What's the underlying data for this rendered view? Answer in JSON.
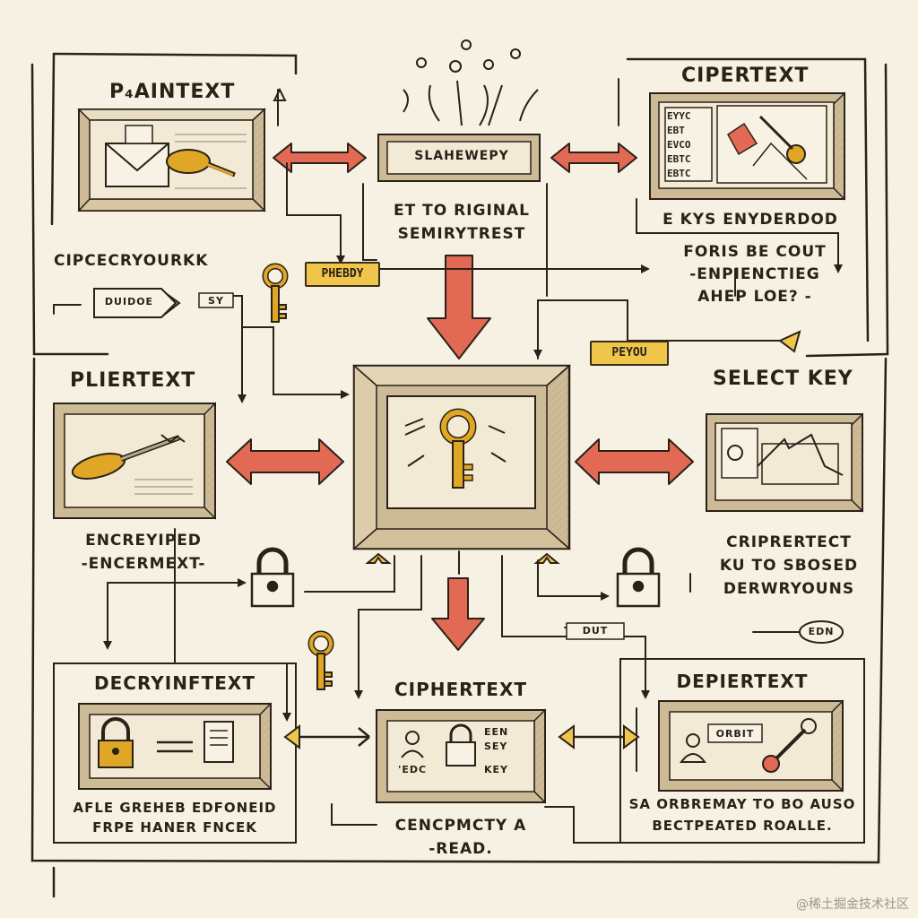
{
  "labels": {
    "plaintext_top": "P₄AINTEXT",
    "ciphertext_top": "CIPERTEXT",
    "center_top_bar": "SLAHEWEPY",
    "center_top_caption_1": "ET TO RIGINAL",
    "center_top_caption_2": "SEMIRYTREST",
    "ciphertext_top_caption": "E KYS ENYDERDOD",
    "right_note_1": "FORIS BE COUT",
    "right_note_2": "-ENPIENCTIEG",
    "right_note_3": "AHEP LOE? -",
    "left_note": "CIPCECRYOURKK",
    "left_tag": "DUIDOE",
    "left_small_box": "SY",
    "yellow_tag_left": "PHEBDY",
    "yellow_tag_right": "PEYOU",
    "pliertext": "PLIERTEXT",
    "select_key": "SELECT KEY",
    "encrypted_1": "ENCREYIPED",
    "encrypted_2": "-ENCERMEXT-",
    "ciprertect_1": "CRIPRERTECT",
    "ciprertect_2": "KU TO SBOSED",
    "ciprertect_3": "DERWRYOUNS",
    "decryinftext": "DECRYINFTEXT",
    "decry_caption_1": "AFLE GREHEB EDFONEID",
    "decry_caption_2": "FRPE HANER FNCEK",
    "ciphertext_bottom": "CIPHERTEXT",
    "cipher_caption_1": "CENCPMCTY A",
    "cipher_caption_2": "-READ.",
    "cipher_box_t1": "EEN",
    "cipher_box_t2": "SEY",
    "cipher_box_t3": "KEY",
    "cipher_box_t4": "'EDC",
    "depiertext": "DEPIERTEXT",
    "depier_caption_1": "SA ORBREMAY TO BO AUSO",
    "depier_caption_2": "BECTPEATED ROALLE.",
    "depier_tag": "ORBIT",
    "small_tag_bottom": "DUT",
    "oval_tag": "EDN",
    "top_right_box_lines": [
      "EYYC",
      "EBT",
      "EVCO",
      "EBTC",
      "EBTC"
    ]
  },
  "watermark": "@稀土掘金技术社区",
  "colors": {
    "paper": "#f7f1e3",
    "ink": "#2a2118",
    "arrow_red": "#e26a55",
    "key_gold": "#e0a625",
    "tag_yellow": "#f0c64a",
    "panel": "#f3ead6",
    "panel_side": "#cdbb98"
  }
}
